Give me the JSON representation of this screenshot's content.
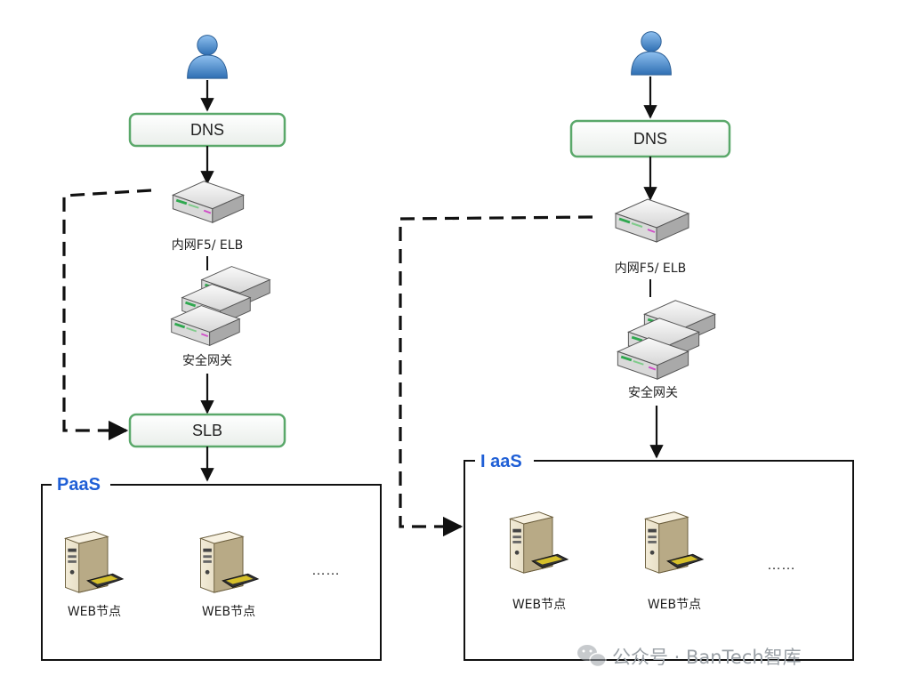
{
  "left": {
    "dns_label": "DNS",
    "f5_label": "内网F5/ ELB",
    "gateway_label": "安全网关",
    "slb_label": "SLB",
    "panel_title": "PaaS",
    "web_nodes": [
      "WEB节点",
      "WEB节点"
    ],
    "ellipsis": "……"
  },
  "right": {
    "dns_label": "DNS",
    "f5_label": "内网F5/ ELB",
    "gateway_label": "安全网关",
    "panel_title": "I aaS",
    "web_nodes": [
      "WEB节点",
      "WEB节点"
    ],
    "ellipsis": "……"
  },
  "watermark": {
    "icon": "wechat-icon",
    "text": "公众号 · BanTech智库"
  },
  "colors": {
    "dns_border": "#5aa86a",
    "panel_title": "#1f5fd6",
    "user_icon": "#4a86c8"
  }
}
